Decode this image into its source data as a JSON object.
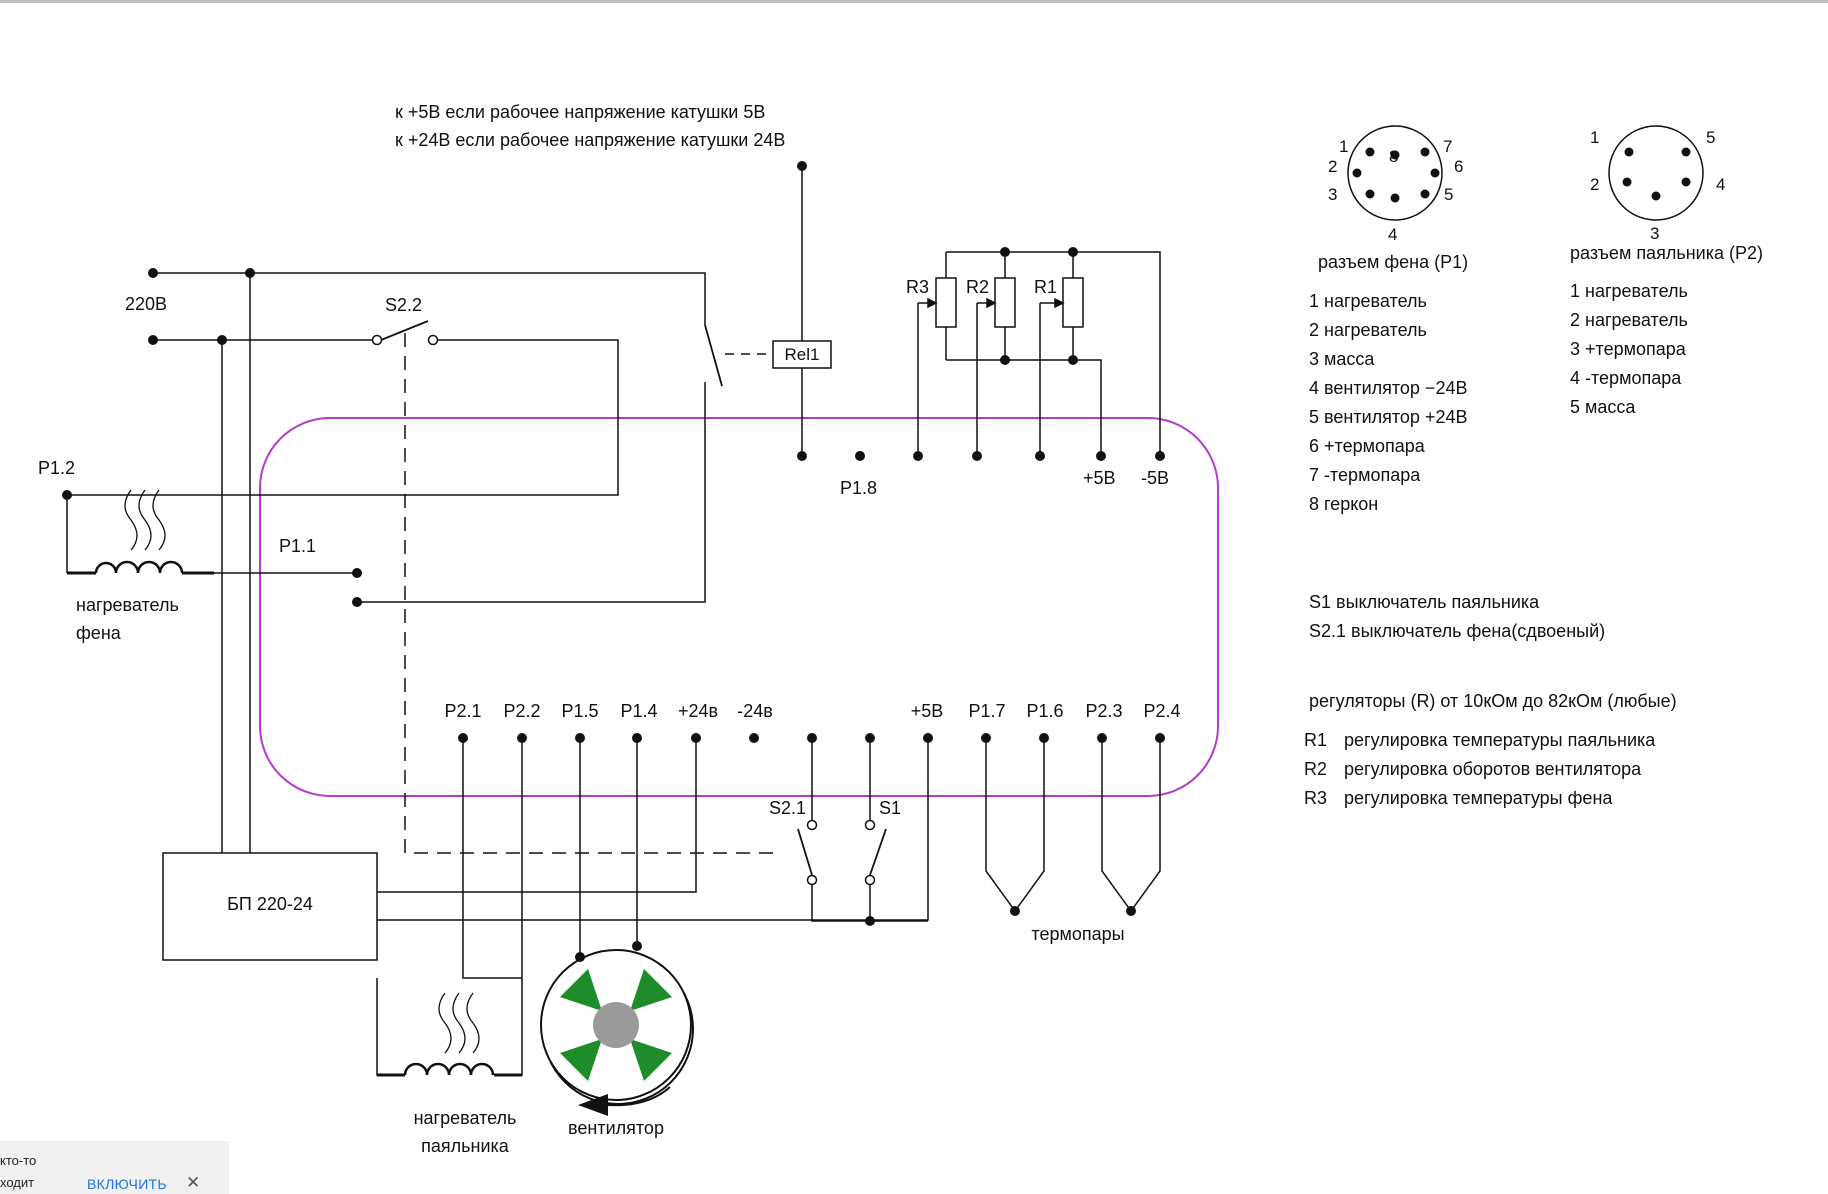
{
  "notes": {
    "coil5": "к +5В если рабочее напряжение катушки 5В",
    "coil24": "к +24В если рабочее напряжение катушки 24В"
  },
  "power": {
    "mains": "220В",
    "psu": "БП 220-24"
  },
  "switches": {
    "s22": "S2.2",
    "s21": "S2.1",
    "s1": "S1",
    "relay": "Rel1"
  },
  "pots": {
    "r1": "R1",
    "r2": "R2",
    "r3": "R3"
  },
  "left_labels": {
    "p12": "P1.2",
    "p11": "P1.1",
    "heater_fan_1": "нагреватель",
    "heater_fan_2": "фена"
  },
  "top_pins": {
    "p18": "P1.8",
    "plus5": "+5В",
    "minus5": "-5В"
  },
  "bottom_pins": [
    "P2.1",
    "P2.2",
    "P1.5",
    "P1.4",
    "+24в",
    "-24в",
    "+5В",
    "P1.7",
    "P1.6",
    "P2.3",
    "P2.4"
  ],
  "bottom_labels": {
    "heater_iron_1": "нагреватель",
    "heater_iron_2": "паяльника",
    "fan": "вентилятор",
    "thermocouples": "термопары"
  },
  "connector_p1": {
    "title": "разъем фена (P1)",
    "numbers": [
      "1",
      "2",
      "3",
      "4",
      "5",
      "6",
      "7",
      "8"
    ],
    "items": [
      "1 нагреватель",
      "2 нагреватель",
      "3 масса",
      "4 вентилятор −24В",
      "5 вентилятор +24В",
      "6 +термопара",
      "7 -термопара",
      "8 геркон"
    ]
  },
  "connector_p2": {
    "title": "разъем паяльника (P2)",
    "numbers": [
      "1",
      "2",
      "3",
      "4",
      "5"
    ],
    "items": [
      "1 нагреватель",
      "2 нагреватель",
      "3 +термопара",
      "4 -термопара",
      "5 масса"
    ]
  },
  "switch_notes": [
    "S1 выключатель паяльника",
    "S2.1 выключатель фена(сдвоеный)"
  ],
  "regulators": {
    "title": "регуляторы (R) от 10кОм до 82кОм  (любые)",
    "items": [
      {
        "id": "R1",
        "text": "регулировка температуры паяльника"
      },
      {
        "id": "R2",
        "text": "регулировка оборотов вентилятора"
      },
      {
        "id": "R3",
        "text": "регулировка температуры фена"
      }
    ]
  },
  "toast": {
    "line1": "кто-то",
    "line2": "ходит",
    "button": "ВКЛЮЧИТЬ",
    "close": "✕"
  },
  "colors": {
    "line": "#111111",
    "board": "#b43cc8",
    "fan_blade": "#1f8c2a",
    "fan_hub": "#9a9a9a",
    "toast_bg": "#f1f1f1",
    "toast_button": "#1a73e8"
  }
}
